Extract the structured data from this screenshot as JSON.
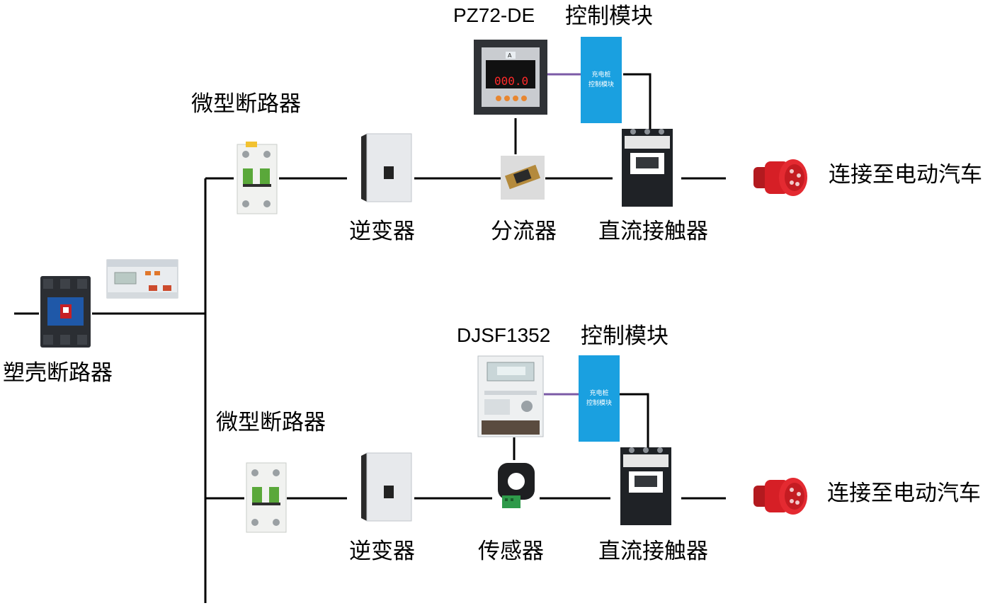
{
  "colors": {
    "wire": "#000000",
    "signal": "#7b5aa6",
    "module": "#1aa0e0",
    "plug_red": "#d61f26"
  },
  "main": {
    "mccb_label": "塑壳断路器"
  },
  "branch1": {
    "mcb_label": "微型断路器",
    "inverter_label": "逆变器",
    "shunt_label": "分流器",
    "contactor_label": "直流接触器",
    "meter_label": "PZ72-DE",
    "meter_reading": "000.0",
    "meter_unit": "A",
    "control_label": "控制模块",
    "module_line1": "充电桩",
    "module_line2": "控制模块",
    "ev_label": "连接至电动汽车"
  },
  "branch2": {
    "mcb_label": "微型断路器",
    "inverter_label": "逆变器",
    "sensor_label": "传感器",
    "contactor_label": "直流接触器",
    "meter_label": "DJSF1352",
    "control_label": "控制模块",
    "module_line1": "充电桩",
    "module_line2": "控制模块",
    "ev_label": "连接至电动汽车"
  },
  "icons": [
    "mccb-icon",
    "energy-meter-icon",
    "mcb-icon",
    "inverter-icon",
    "panel-meter-icon",
    "shunt-icon",
    "dc-contactor-icon",
    "ev-plug-icon",
    "dc-meter-icon",
    "current-sensor-icon"
  ]
}
